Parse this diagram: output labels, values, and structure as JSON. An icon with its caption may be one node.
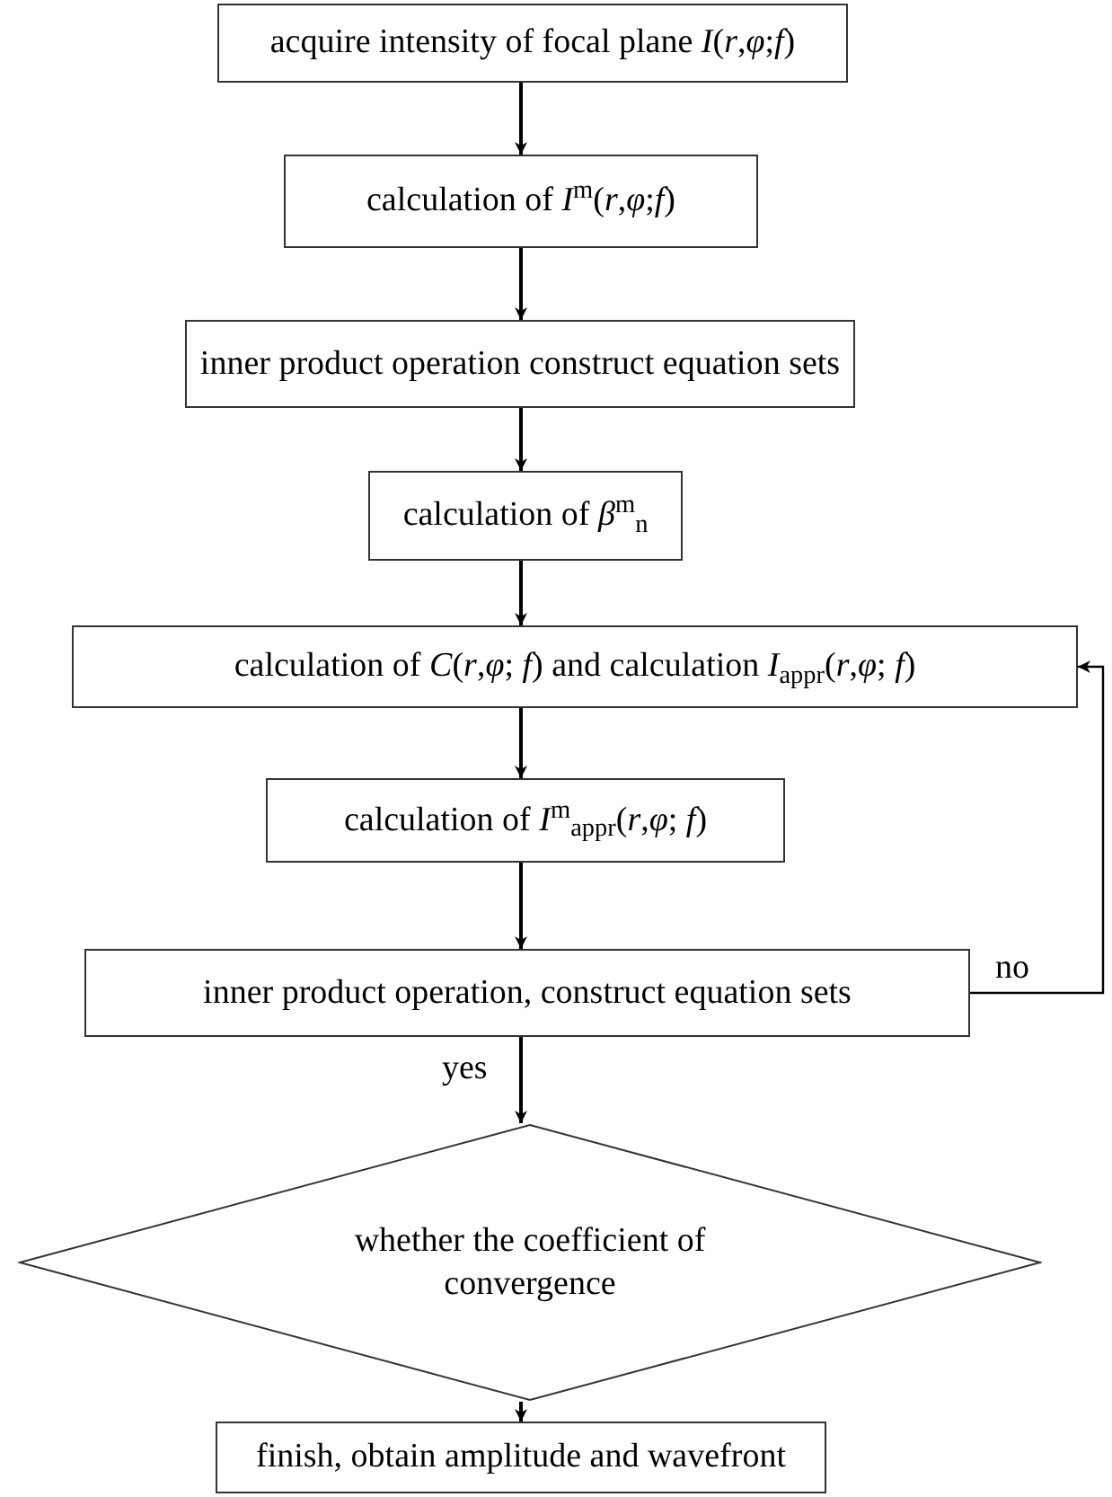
{
  "diagram": {
    "nodes": [
      {
        "text": [
          "acquire intensity of focal plane *I*(*r*,*φ*;*f*)"
        ]
      },
      {
        "text": [
          "calculation of *I*$^{m}$(*r*,*φ*;*f*)"
        ]
      },
      {
        "text": [
          "inner product operation construct equation sets"
        ]
      },
      {
        "text": [
          "calculation of *β*$^{m}$$_{n}$"
        ]
      },
      {
        "text": [
          "calculation of *C*(*r*,*φ*; *f*) and calculation *I*$_{appr}$(*r*,*φ*; *f*)"
        ]
      },
      {
        "text": [
          "calculation of *I*$^{m}$$_{appr}$(*r*,*φ*; *f*)"
        ]
      },
      {
        "text": [
          "inner product operation, construct equation sets"
        ]
      },
      {
        "text": [
          "whether the coefficient of convergence"
        ]
      },
      {
        "text": [
          "finish, obtain amplitude and wavefront"
        ]
      }
    ],
    "edges": [
      {
        "from": 0,
        "to": 1,
        "arrow": "to"
      },
      {
        "from": 1,
        "to": 2,
        "arrow": "to"
      },
      {
        "from": 2,
        "to": 3,
        "arrow": "to"
      },
      {
        "from": 3,
        "to": 4,
        "arrow": "to"
      },
      {
        "from": 4,
        "to": 5,
        "arrow": "to"
      },
      {
        "from": 5,
        "to": 6,
        "arrow": "to"
      },
      {
        "from": 6,
        "to": 7,
        "label": "yes",
        "arrow": "to"
      },
      {
        "from": 7,
        "to": 8,
        "arrow": "to"
      },
      {
        "from": 6,
        "to": 4,
        "label": "no",
        "arrow": "to"
      }
    ]
  }
}
